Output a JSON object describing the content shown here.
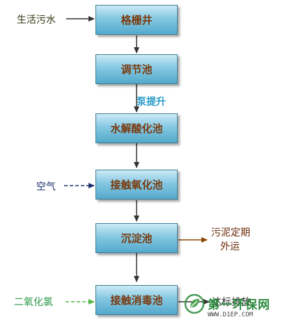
{
  "process_boxes": [
    "格栅井",
    "调节池",
    "水解酸化池",
    "接触氧化池",
    "沉淀池",
    "接触消毒池"
  ],
  "labels": {
    "input": "生活污水",
    "pump": "泵提升",
    "air": "空气",
    "sludge_line1": "污泥定期",
    "sludge_line2": "外运",
    "chlorine": "二氧化氯",
    "discharge": "达标排放"
  },
  "watermark": {
    "name": "第一环保网",
    "url": "WWW.D1EP.COM"
  },
  "colors": {
    "box_text": "#7a3a0e",
    "input_text": "#2f3a12",
    "pump_text": "#2a9bc8",
    "air_text": "#1d2f6e",
    "sludge_text": "#6b2a0a",
    "chlorine_text": "#2e9a4a",
    "arrow_black": "#333333",
    "arrow_air": "#1d2f6e",
    "arrow_sludge": "#8a4400",
    "arrow_chlorine": "#55b84a"
  }
}
